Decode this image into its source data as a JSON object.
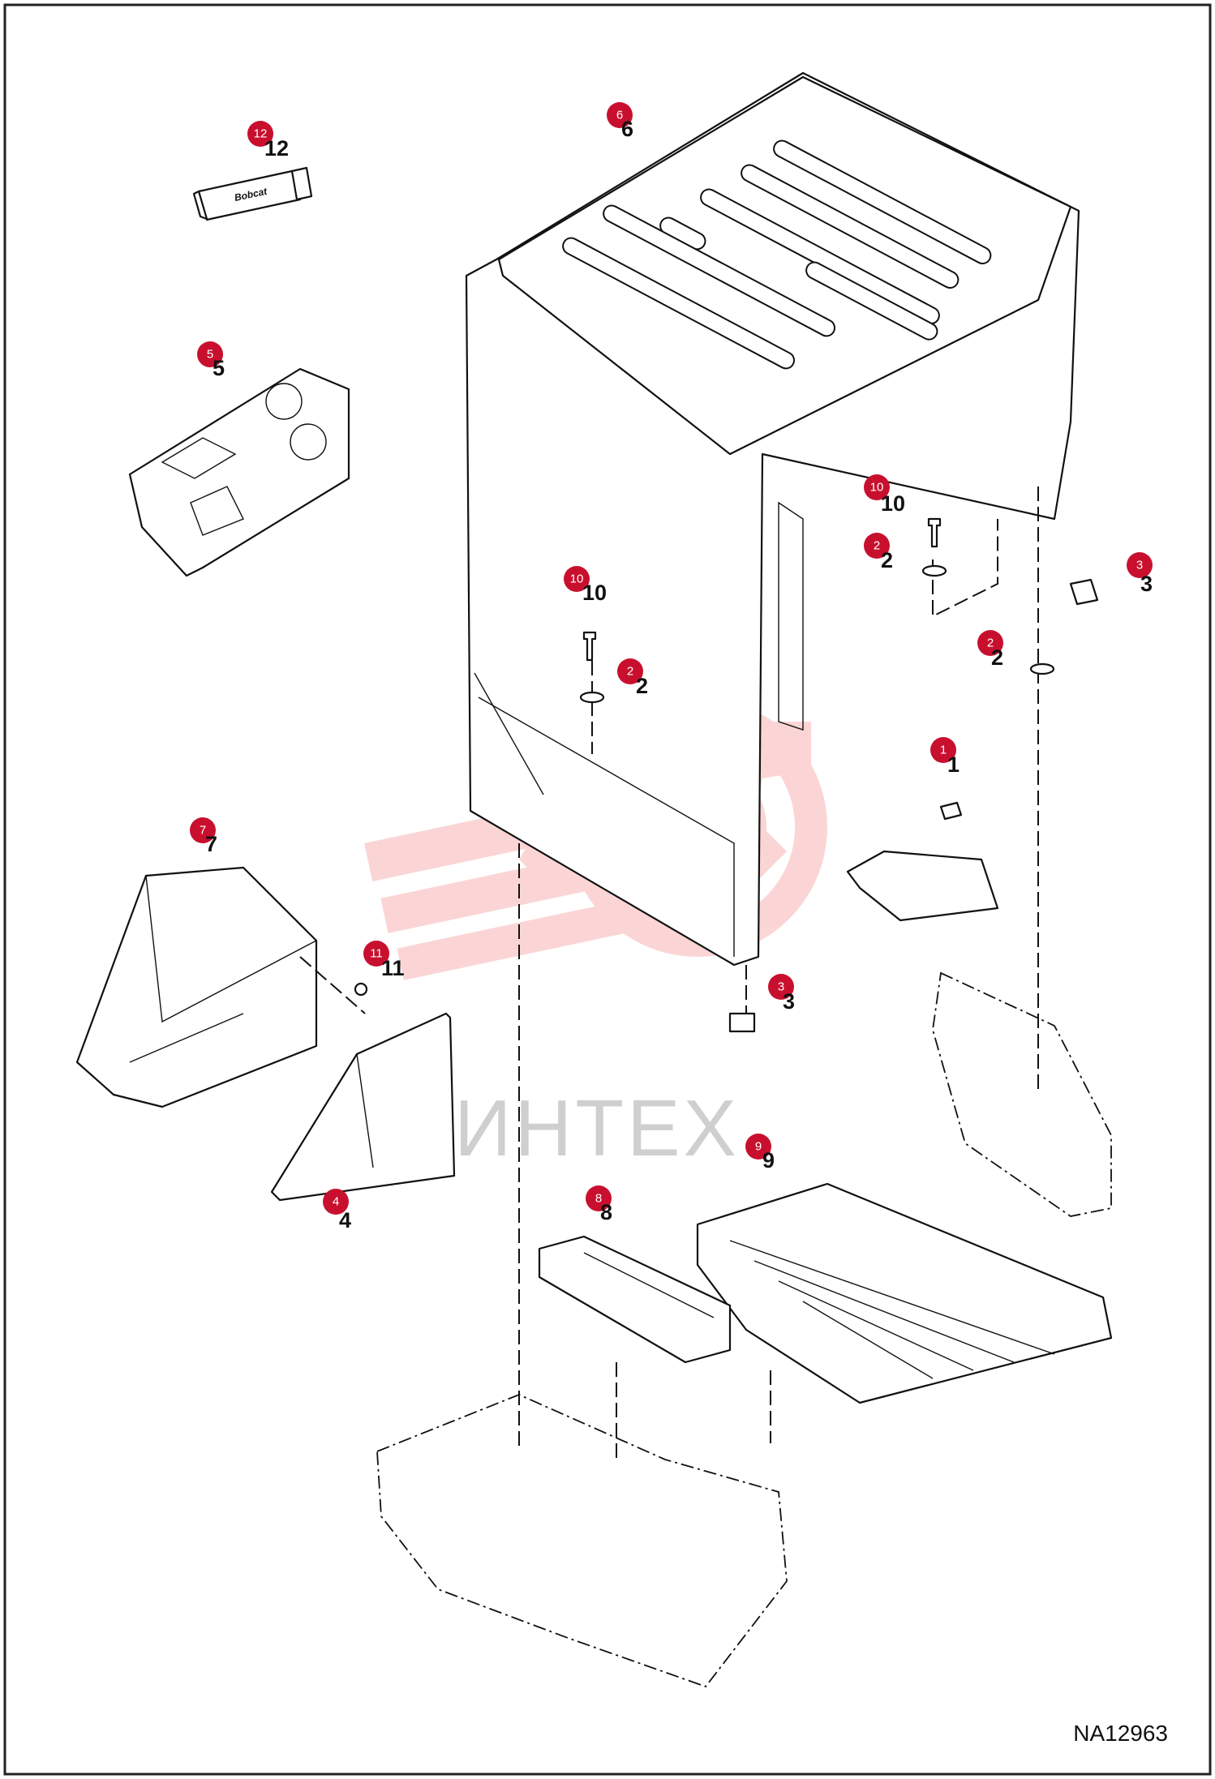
{
  "watermark": {
    "text": "ИНТЕХ",
    "color": "#f26a6a"
  },
  "drawing_id": "NA12963",
  "callout_color": "#c8102e",
  "callouts": [
    {
      "id": "callout-12",
      "label": "12"
    },
    {
      "id": "callout-6",
      "label": "6"
    },
    {
      "id": "callout-5",
      "label": "5"
    },
    {
      "id": "callout-10a",
      "label": "10"
    },
    {
      "id": "callout-2a",
      "label": "2"
    },
    {
      "id": "callout-3a",
      "label": "3"
    },
    {
      "id": "callout-10b",
      "label": "10"
    },
    {
      "id": "callout-2b",
      "label": "2"
    },
    {
      "id": "callout-2c",
      "label": "2"
    },
    {
      "id": "callout-1",
      "label": "1"
    },
    {
      "id": "callout-7",
      "label": "7"
    },
    {
      "id": "callout-11",
      "label": "11"
    },
    {
      "id": "callout-3b",
      "label": "3"
    },
    {
      "id": "callout-4",
      "label": "4"
    },
    {
      "id": "callout-9",
      "label": "9"
    },
    {
      "id": "callout-8",
      "label": "8"
    }
  ],
  "part_labels": [
    {
      "id": "label-12",
      "text": "12"
    },
    {
      "id": "label-6",
      "text": "6"
    },
    {
      "id": "label-5",
      "text": "5"
    },
    {
      "id": "label-10a",
      "text": "10"
    },
    {
      "id": "label-2a",
      "text": "2"
    },
    {
      "id": "label-3a",
      "text": "3"
    },
    {
      "id": "label-10b",
      "text": "10"
    },
    {
      "id": "label-2b",
      "text": "2"
    },
    {
      "id": "label-2c",
      "text": "2"
    },
    {
      "id": "label-1",
      "text": "1"
    },
    {
      "id": "label-7",
      "text": "7"
    },
    {
      "id": "label-11",
      "text": "11"
    },
    {
      "id": "label-3b",
      "text": "3"
    },
    {
      "id": "label-4",
      "text": "4"
    },
    {
      "id": "label-9",
      "text": "9"
    },
    {
      "id": "label-8",
      "text": "8"
    }
  ],
  "tube_brand": "Bobcat"
}
